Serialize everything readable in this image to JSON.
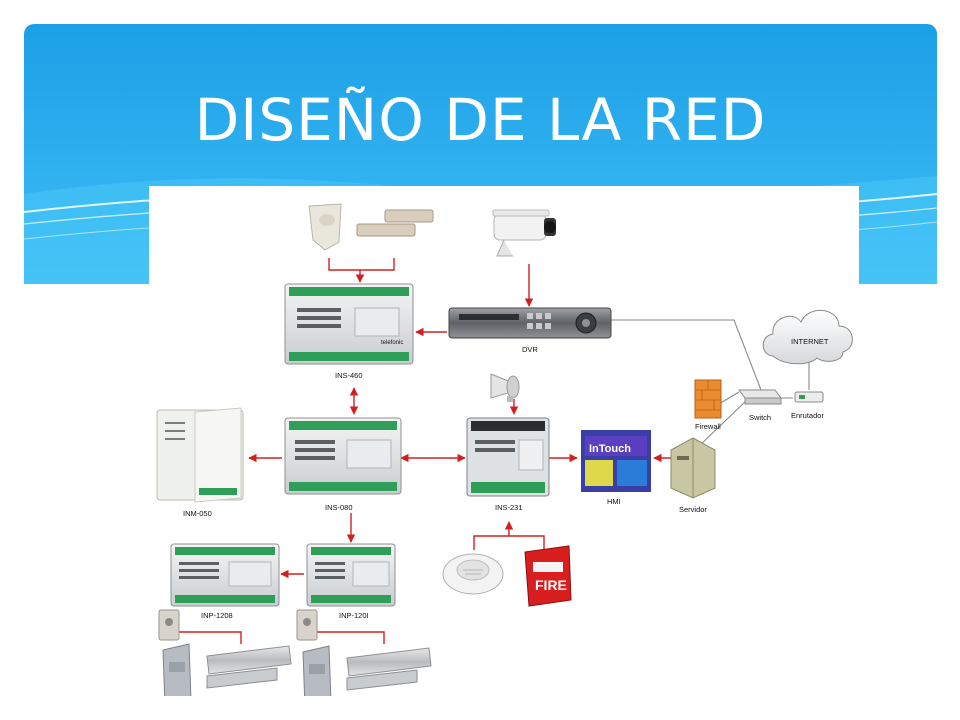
{
  "slide": {
    "title": "DISEÑO DE LA RED"
  },
  "colors": {
    "accent": "#1fa3e8",
    "link_red": "#d22020",
    "link_gray": "#8a8a8a",
    "module_green": "#2f9e58"
  },
  "diagram": {
    "devices": {
      "dvr": "DVR",
      "ins460": "INS-460",
      "ins080": "INS-080",
      "ins231": "INS-231",
      "inm050": "INM-050",
      "inp1208": "INP-1208",
      "inp120i": "INP-120I",
      "hmi": "HMI",
      "servidor": "Servidor",
      "firewall": "Firewall",
      "switch": "Switch",
      "enrutador": "Enrutador",
      "internet": "INTERNET",
      "fire": "FIRE",
      "intouch": "InTouch"
    },
    "icons": {
      "camera": "cctv-camera-icon",
      "siren": "siren-icon",
      "smoke": "smoke-detector-icon",
      "pir": "motion-sensor-icon",
      "magnet": "door-contact-icon",
      "lock": "maglock-icon",
      "reader": "card-reader-icon",
      "exit": "exit-button-icon",
      "cloud": "cloud-icon"
    }
  }
}
